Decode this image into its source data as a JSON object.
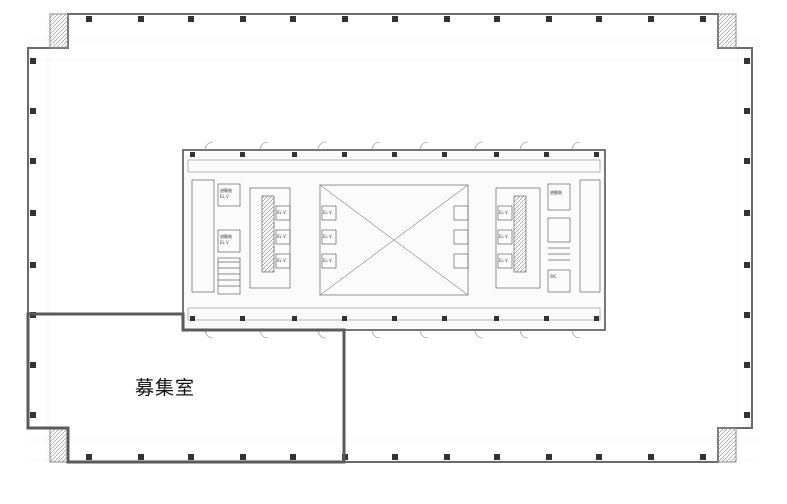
{
  "floor_plan": {
    "highlighted_room": {
      "label": "募集室"
    },
    "core_labels": {
      "left": [
        "EL V",
        "EL V",
        "EL V",
        "EL V",
        "EL V"
      ],
      "left_stairs": [
        "避難階",
        "避難階"
      ],
      "center": [
        "EL V",
        "EL V",
        "EL V"
      ],
      "right": [
        "EL V",
        "EL V",
        "EL V"
      ],
      "right_misc": [
        "避難階",
        "WC"
      ]
    },
    "colors": {
      "outline": "#6b6b6b",
      "highlight": "#5a5a5a",
      "column": "#333333",
      "grid": "#e6e6e6"
    }
  }
}
